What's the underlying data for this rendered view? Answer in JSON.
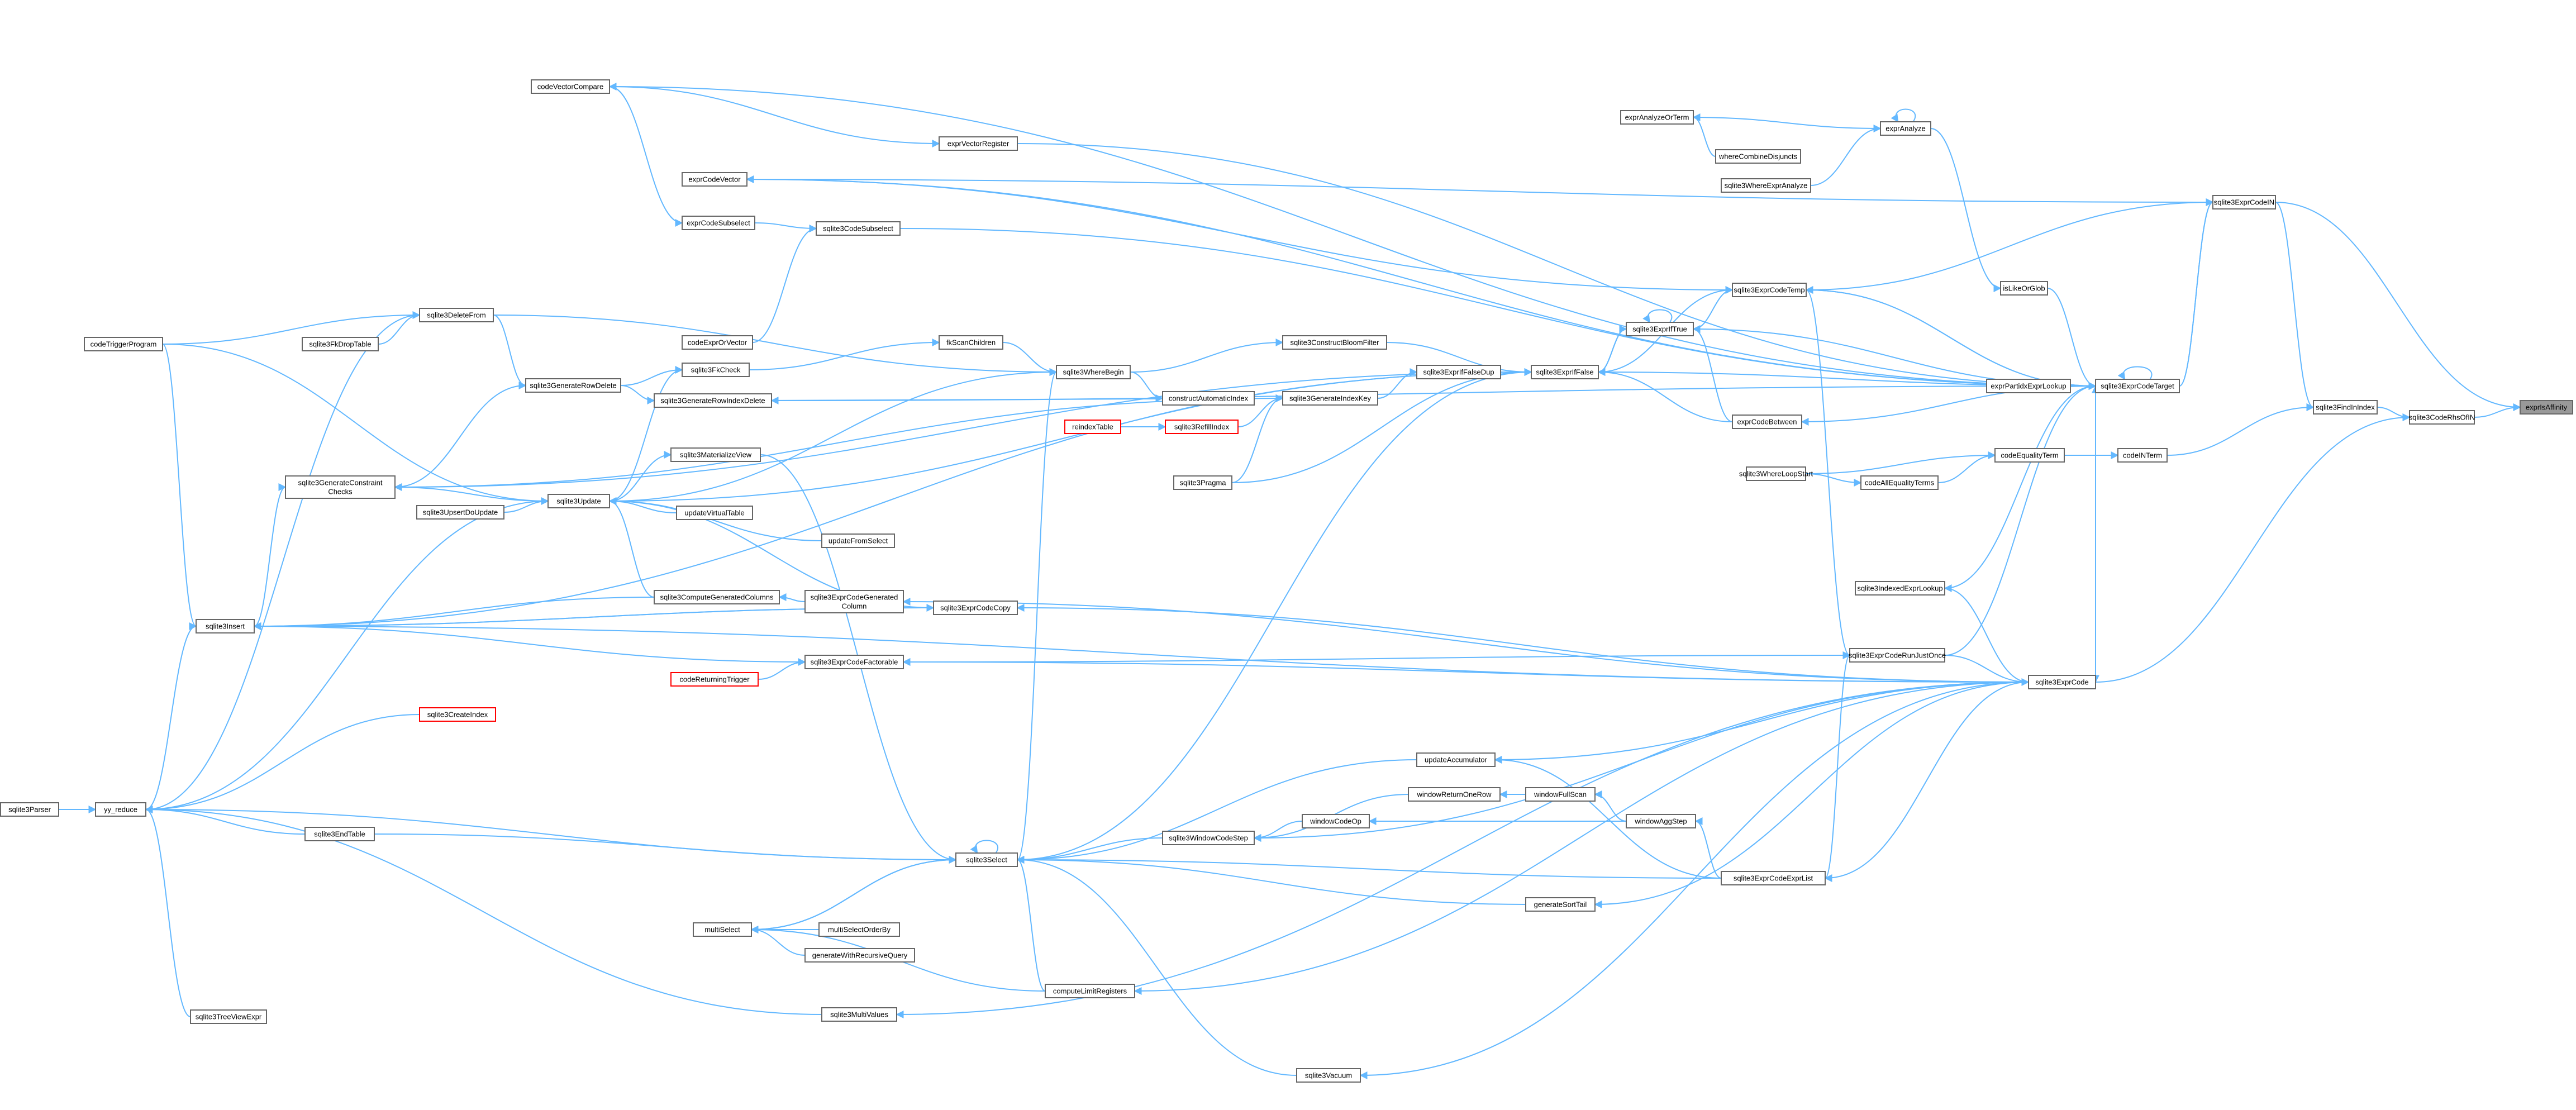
{
  "diagram": {
    "type": "call-graph",
    "colors": {
      "edge": "#63b8ff",
      "node_border": "#666666",
      "node_border_highlight": "#ff0000",
      "root_fill": "#999999"
    },
    "nodes": {
      "exprIsAffinity": {
        "label": "exprIsAffinity",
        "style": "root"
      },
      "sqlite3CodeRhsOfIN": {
        "label": "sqlite3CodeRhsOfIN"
      },
      "sqlite3FindInIndex": {
        "label": "sqlite3FindInIndex"
      },
      "sqlite3ExprCodeIN": {
        "label": "sqlite3ExprCodeIN"
      },
      "codeINTerm": {
        "label": "codeINTerm"
      },
      "codeEqualityTerm": {
        "label": "codeEqualityTerm"
      },
      "codeAllEqualityTerms": {
        "label": "codeAllEqualityTerms"
      },
      "whereLoopStart": {
        "label": "sqlite3WhereLoopStart"
      },
      "sqlite3ExprCodeTarget": {
        "label": "sqlite3ExprCodeTarget"
      },
      "sqlite3ExprCode": {
        "label": "sqlite3ExprCode"
      },
      "sqlite3ExprCodeRunJustOnce": {
        "label": "sqlite3ExprCodeRunJustOnce"
      },
      "sqlite3ExprCodeTemp": {
        "label": "sqlite3ExprCodeTemp"
      },
      "sqlite3ExprIfTrue": {
        "label": "sqlite3ExprIfTrue"
      },
      "sqlite3ExprIfFalse": {
        "label": "sqlite3ExprIfFalse"
      },
      "exprCodeBetween": {
        "label": "exprCodeBetween"
      },
      "exprPartidxExprLookup": {
        "label": "exprPartidxExprLookup"
      },
      "sqlite3IndexedExprLookup": {
        "label": "sqlite3IndexedExprLookup"
      },
      "isLikeOrGlob": {
        "label": "isLikeOrGlob"
      },
      "exprAnalyze": {
        "label": "exprAnalyze"
      },
      "exprAnalyzeOrTerm": {
        "label": "exprAnalyzeOrTerm"
      },
      "whereCombineDisjuncts": {
        "label": "whereCombineDisjuncts"
      },
      "sqlite3WhereExprAnalyze": {
        "label": "sqlite3WhereExprAnalyze"
      },
      "sqlite3ExprIfFalseDup": {
        "label": "sqlite3ExprIfFalseDup"
      },
      "sqlite3ConstructBloomFilter": {
        "label": "sqlite3ConstructBloomFilter"
      },
      "sqlite3GenerateIndexKey": {
        "label": "sqlite3GenerateIndexKey"
      },
      "constructAutomaticIndex": {
        "label": "constructAutomaticIndex"
      },
      "sqlite3RefillIndex": {
        "label": "sqlite3RefillIndex",
        "style": "red"
      },
      "reindexTable": {
        "label": "reindexTable",
        "style": "red"
      },
      "sqlite3Pragma": {
        "label": "sqlite3Pragma"
      },
      "sqlite3WhereBegin": {
        "label": "sqlite3WhereBegin"
      },
      "fkScanChildren": {
        "label": "fkScanChildren"
      },
      "codeExprOrVector": {
        "label": "codeExprOrVector"
      },
      "exprCodeVector": {
        "label": "exprCodeVector"
      },
      "exprCodeSubselect": {
        "label": "exprCodeSubselect"
      },
      "sqlite3CodeSubselect": {
        "label": "sqlite3CodeSubselect"
      },
      "codeVectorCompare": {
        "label": "codeVectorCompare"
      },
      "exprVectorRegister": {
        "label": "exprVectorRegister"
      },
      "sqlite3DeleteFrom": {
        "label": "sqlite3DeleteFrom"
      },
      "sqlite3FkDropTable": {
        "label": "sqlite3FkDropTable"
      },
      "codeTriggerProgram": {
        "label": "codeTriggerProgram"
      },
      "sqlite3FkCheck": {
        "label": "sqlite3FkCheck"
      },
      "sqlite3GenerateRowDelete": {
        "label": "sqlite3GenerateRowDelete"
      },
      "sqlite3GenerateRowIndexDelete": {
        "label": "sqlite3GenerateRowIndexDelete"
      },
      "sqlite3GenerateConstraintChecks": {
        "label": "sqlite3GenerateConstraint Checks"
      },
      "sqlite3MaterializeView": {
        "label": "sqlite3MaterializeView"
      },
      "sqlite3Update": {
        "label": "sqlite3Update"
      },
      "sqlite3UpsertDoUpdate": {
        "label": "sqlite3UpsertDoUpdate"
      },
      "updateVirtualTable": {
        "label": "updateVirtualTable"
      },
      "updateFromSelect": {
        "label": "updateFromSelect"
      },
      "sqlite3ComputeGeneratedColumns": {
        "label": "sqlite3ComputeGeneratedColumns"
      },
      "sqlite3ExprCodeGeneratedColumn": {
        "label": "sqlite3ExprCodeGenerated Column"
      },
      "sqlite3ExprCodeCopy": {
        "label": "sqlite3ExprCodeCopy"
      },
      "sqlite3Insert": {
        "label": "sqlite3Insert"
      },
      "sqlite3ExprCodeFactorable": {
        "label": "sqlite3ExprCodeFactorable"
      },
      "codeReturningTrigger": {
        "label": "codeReturningTrigger",
        "style": "red"
      },
      "sqlite3CreateIndex": {
        "label": "sqlite3CreateIndex",
        "style": "red"
      },
      "sqlite3Parser": {
        "label": "sqlite3Parser"
      },
      "yy_reduce": {
        "label": "yy_reduce"
      },
      "sqlite3EndTable": {
        "label": "sqlite3EndTable"
      },
      "updateAccumulator": {
        "label": "updateAccumulator"
      },
      "windowReturnOneRow": {
        "label": "windowReturnOneRow"
      },
      "windowFullScan": {
        "label": "windowFullScan"
      },
      "windowCodeOp": {
        "label": "windowCodeOp"
      },
      "windowAggStep": {
        "label": "windowAggStep"
      },
      "sqlite3WindowCodeStep": {
        "label": "sqlite3WindowCodeStep"
      },
      "sqlite3Select": {
        "label": "sqlite3Select"
      },
      "sqlite3ExprCodeExprList": {
        "label": "sqlite3ExprCodeExprList"
      },
      "generateSortTail": {
        "label": "generateSortTail"
      },
      "multiSelect": {
        "label": "multiSelect"
      },
      "multiSelectOrderBy": {
        "label": "multiSelectOrderBy"
      },
      "generateWithRecursiveQuery": {
        "label": "generateWithRecursiveQuery"
      },
      "computeLimitRegisters": {
        "label": "computeLimitRegisters"
      },
      "sqlite3MultiValues": {
        "label": "sqlite3MultiValues"
      },
      "sqlite3TriggerUpdate": {
        "label": "sqlite3TreeViewExpr"
      },
      "sqlite3Vacuum": {
        "label": "sqlite3Vacuum"
      }
    }
  }
}
